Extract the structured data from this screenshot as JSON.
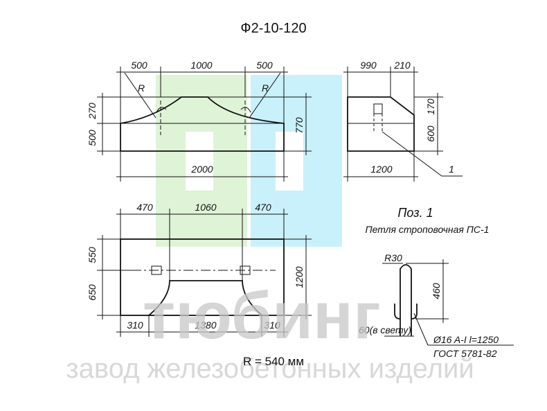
{
  "title": "Ф2-10-120",
  "caption": "R = 540 мм",
  "watermark": {
    "word": "тюбинг",
    "subtitle": "завод железобетонных изделий",
    "colors": {
      "green": "#d9f1d0",
      "cyan": "#bfeefb",
      "text": "#c8c8c8"
    }
  },
  "front_view": {
    "top_dims": [
      "500",
      "1000",
      "500"
    ],
    "left_dims": [
      "270",
      "500"
    ],
    "right_dim": "770",
    "bottom_dim": "2000",
    "radius_label": "R"
  },
  "side_view": {
    "top_dims": [
      "990",
      "210"
    ],
    "right_dims": [
      "170",
      "600"
    ],
    "bottom_dim": "1200",
    "callout": "1"
  },
  "plan_view": {
    "top_dims": [
      "470",
      "1060",
      "470"
    ],
    "left_dims": [
      "550",
      "650"
    ],
    "right_dim": "1200",
    "bottom_dims": [
      "310",
      "1380",
      "310"
    ]
  },
  "loop_detail": {
    "title": "Поз. 1",
    "subtitle": "Петля строповочная ПС-1",
    "radius": "R30",
    "height": "460",
    "gap": "60(в свету)",
    "spec_line1": "Ø16 A-I  l=1250",
    "spec_line2": "ГОСТ 5781-82"
  }
}
